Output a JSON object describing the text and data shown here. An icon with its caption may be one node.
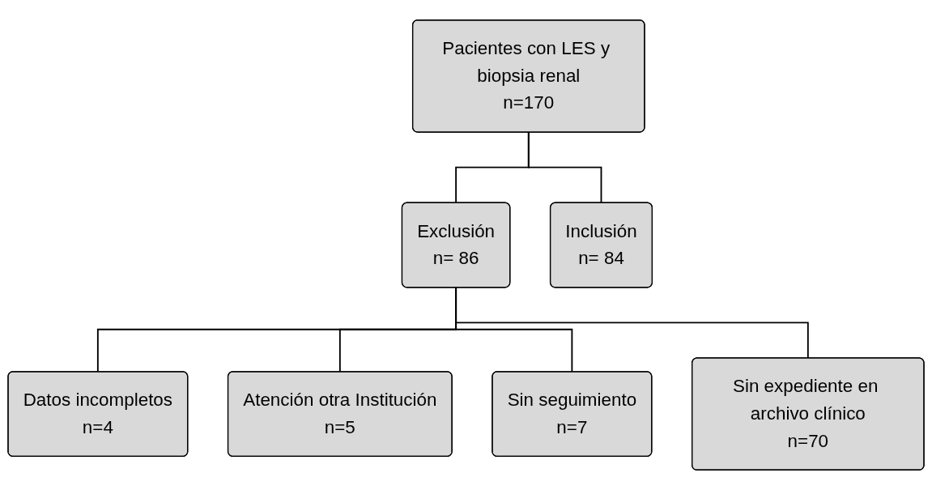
{
  "diagram": {
    "nodes": [
      {
        "text": [
          "Pacientes con LES y biopsia renal",
          "n=170"
        ]
      },
      {
        "text": [
          "Exclusión",
          "n= 86"
        ]
      },
      {
        "text": [
          "Inclusión",
          "n= 84"
        ]
      },
      {
        "text": [
          "Datos incompletos",
          "n=4"
        ]
      },
      {
        "text": [
          "Atención otra Institución",
          "n=5"
        ]
      },
      {
        "text": [
          "Sin seguimiento",
          "n=7"
        ]
      },
      {
        "text": [
          "Sin expediente en archivo clínico",
          "n=70"
        ]
      }
    ],
    "edges": [
      {
        "from": 0,
        "to": 1,
        "arrow": "none"
      },
      {
        "from": 0,
        "to": 2,
        "arrow": "none"
      },
      {
        "from": 1,
        "to": 3,
        "arrow": "none"
      },
      {
        "from": 1,
        "to": 4,
        "arrow": "none"
      },
      {
        "from": 1,
        "to": 5,
        "arrow": "none"
      },
      {
        "from": 1,
        "to": 6,
        "arrow": "none"
      }
    ]
  }
}
